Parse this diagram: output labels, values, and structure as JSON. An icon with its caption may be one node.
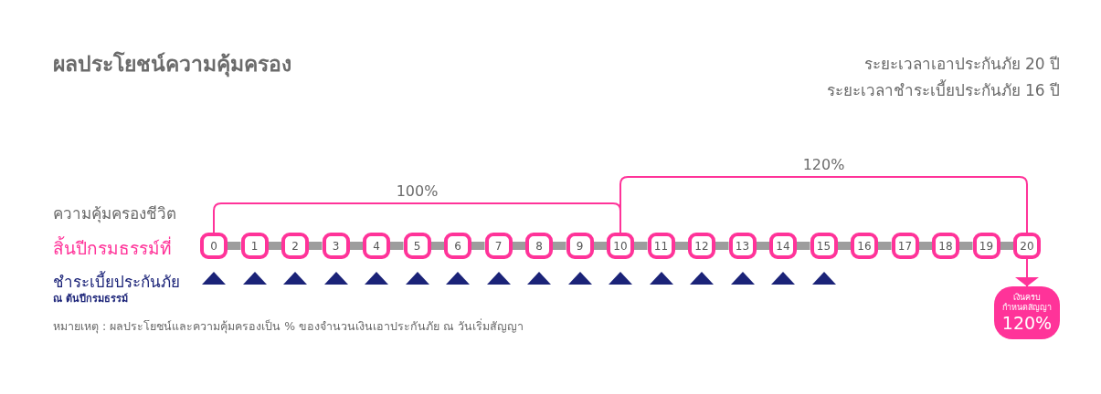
{
  "diagram": {
    "title": "ผลประโยชน์ความคุ้มครอง",
    "nodes": [
      {
        "text": [
          "0"
        ]
      },
      {
        "text": [
          "1"
        ]
      },
      {
        "text": [
          "2"
        ]
      },
      {
        "text": [
          "3"
        ]
      },
      {
        "text": [
          "4"
        ]
      },
      {
        "text": [
          "5"
        ]
      },
      {
        "text": [
          "6"
        ]
      },
      {
        "text": [
          "7"
        ]
      },
      {
        "text": [
          "8"
        ]
      },
      {
        "text": [
          "9"
        ]
      },
      {
        "text": [
          "10"
        ]
      },
      {
        "text": [
          "11"
        ]
      },
      {
        "text": [
          "12"
        ]
      },
      {
        "text": [
          "13"
        ]
      },
      {
        "text": [
          "14"
        ]
      },
      {
        "text": [
          "15"
        ]
      },
      {
        "text": [
          "16"
        ]
      },
      {
        "text": [
          "17"
        ]
      },
      {
        "text": [
          "18"
        ]
      },
      {
        "text": [
          "19"
        ]
      },
      {
        "text": [
          "20"
        ]
      },
      {
        "text": [],
        "shape": "triangle"
      },
      {
        "text": [],
        "shape": "triangle"
      },
      {
        "text": [],
        "shape": "triangle"
      },
      {
        "text": [],
        "shape": "triangle"
      },
      {
        "text": [],
        "shape": "triangle"
      },
      {
        "text": [],
        "shape": "triangle"
      },
      {
        "text": [],
        "shape": "triangle"
      },
      {
        "text": [],
        "shape": "triangle"
      },
      {
        "text": [],
        "shape": "triangle"
      },
      {
        "text": [],
        "shape": "triangle"
      },
      {
        "text": [],
        "shape": "triangle"
      },
      {
        "text": [],
        "shape": "triangle"
      },
      {
        "text": [],
        "shape": "triangle"
      },
      {
        "text": [],
        "shape": "triangle"
      },
      {
        "text": [],
        "shape": "triangle"
      },
      {
        "text": [],
        "shape": "triangle"
      },
      {
        "text": [
          "เงินครบกำหนดสัญญา",
          "120%"
        ]
      }
    ],
    "edges": [
      {
        "from": 0,
        "to": 1,
        "arrow": "none"
      },
      {
        "from": 1,
        "to": 2,
        "arrow": "none"
      },
      {
        "from": 2,
        "to": 3,
        "arrow": "none"
      },
      {
        "from": 3,
        "to": 4,
        "arrow": "none"
      },
      {
        "from": 4,
        "to": 5,
        "arrow": "none"
      },
      {
        "from": 5,
        "to": 6,
        "arrow": "none"
      },
      {
        "from": 6,
        "to": 7,
        "arrow": "none"
      },
      {
        "from": 7,
        "to": 8,
        "arrow": "none"
      },
      {
        "from": 8,
        "to": 9,
        "arrow": "none"
      },
      {
        "from": 9,
        "to": 10,
        "arrow": "none"
      },
      {
        "from": 10,
        "to": 11,
        "arrow": "none"
      },
      {
        "from": 11,
        "to": 12,
        "arrow": "none"
      },
      {
        "from": 12,
        "to": 13,
        "arrow": "none"
      },
      {
        "from": 13,
        "to": 14,
        "arrow": "none"
      },
      {
        "from": 14,
        "to": 15,
        "arrow": "none"
      },
      {
        "from": 15,
        "to": 16,
        "arrow": "none"
      },
      {
        "from": 16,
        "to": 17,
        "arrow": "none"
      },
      {
        "from": 17,
        "to": 18,
        "arrow": "none"
      },
      {
        "from": 18,
        "to": 19,
        "arrow": "none"
      },
      {
        "from": 19,
        "to": 20,
        "arrow": "none"
      },
      {
        "from": 0,
        "to": 10,
        "arrow": "none",
        "label": "100%",
        "color": "#ff3399"
      },
      {
        "from": 10,
        "to": 20,
        "arrow": "none",
        "label": "120%",
        "color": "#ff3399"
      },
      {
        "from": 20,
        "to": 37,
        "arrow": "to",
        "color": "#ff3399"
      }
    ],
    "labels": [
      "ระยะเวลาเอาประกันภัย 20 ปี",
      "ระยะเวลาชำระเบี้ยประกันภัย 16 ปี",
      "ความคุ้มครองชีวิต",
      "สิ้นปีกรมธรรม์ที่",
      "ชำระเบี้ยประกันภัย",
      "ณ ต้นปีกรมธรรม์",
      "หมายเหตุ : ผลประโยชน์และความคุ้มครองเป็น % ของจำนวนเงินเอาประกันภัย ณ วันเริ่มสัญญา"
    ]
  }
}
